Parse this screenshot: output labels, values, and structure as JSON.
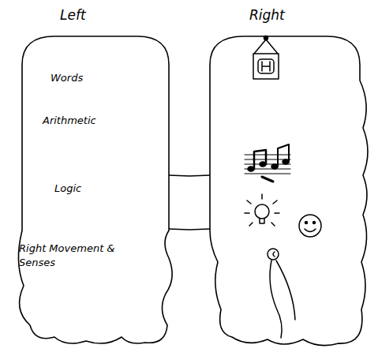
{
  "diagram": {
    "nodes": [
      {
        "text": [
          "Left",
          "Words",
          "Arithmetic",
          "Logic",
          "Right Movement & Senses"
        ]
      },
      {
        "text": [
          "Right"
        ]
      }
    ],
    "edges": [
      {
        "from": 0,
        "to": 1,
        "arrow": "none"
      }
    ]
  }
}
